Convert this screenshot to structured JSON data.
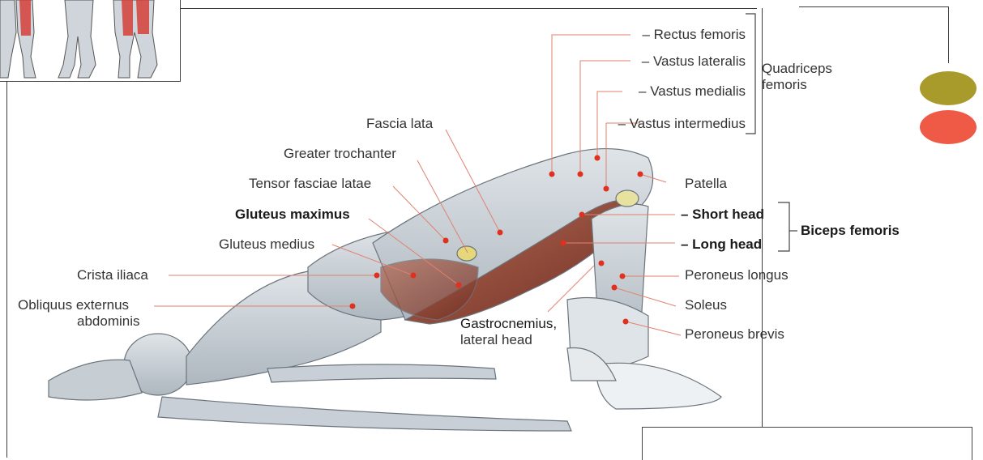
{
  "labels": {
    "rectus_femoris": "– Rectus femoris",
    "vastus_lateralis": "– Vastus lateralis",
    "vastus_medialis": "– Vastus medialis",
    "vastus_intermedius": "– Vastus intermedius",
    "quadriceps_line1": "Quadriceps",
    "quadriceps_line2": "femoris",
    "fascia_lata": "Fascia lata",
    "greater_trochanter": "Greater trochanter",
    "tensor_fasciae_latae": "Tensor fasciae latae",
    "gluteus_maximus": "Gluteus maximus",
    "gluteus_medius": "Gluteus medius",
    "crista_iliaca": "Crista iliaca",
    "obliquus_line1": "Obliquus externus",
    "obliquus_line2": "abdominis",
    "patella": "Patella",
    "short_head": "– Short head",
    "long_head": "– Long head",
    "biceps_femoris": "Biceps femoris",
    "peroneus_longus": "Peroneus longus",
    "soleus": "Soleus",
    "peroneus_brevis": "Peroneus brevis",
    "gastrocnemius_line1": "Gastrocnemius,",
    "gastrocnemius_line2": "lateral head"
  },
  "legend": {
    "primary_color": "#ef5a46",
    "secondary_color": "#a99a2c"
  },
  "colors": {
    "leader_line": "#e0826f",
    "marker": "#e0301e",
    "bracket": "#444444",
    "figure_skin": "#c9d0d6",
    "muscle_red": "#9c4a3a"
  }
}
